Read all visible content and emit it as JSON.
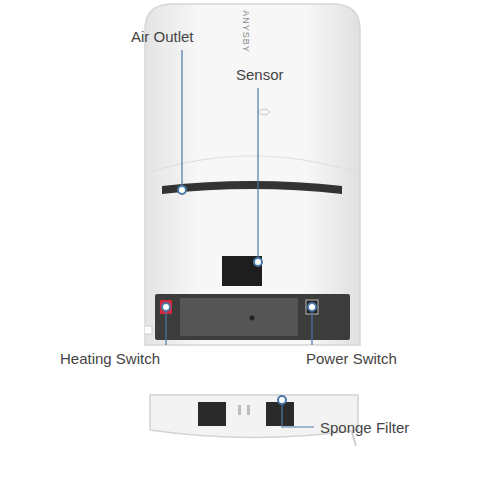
{
  "diagram": {
    "labels": [
      "Air Outlet",
      "Sensor",
      "Heating Switch",
      "Power Switch",
      "Sponge Filter",
      "ANYSBY"
    ]
  }
}
